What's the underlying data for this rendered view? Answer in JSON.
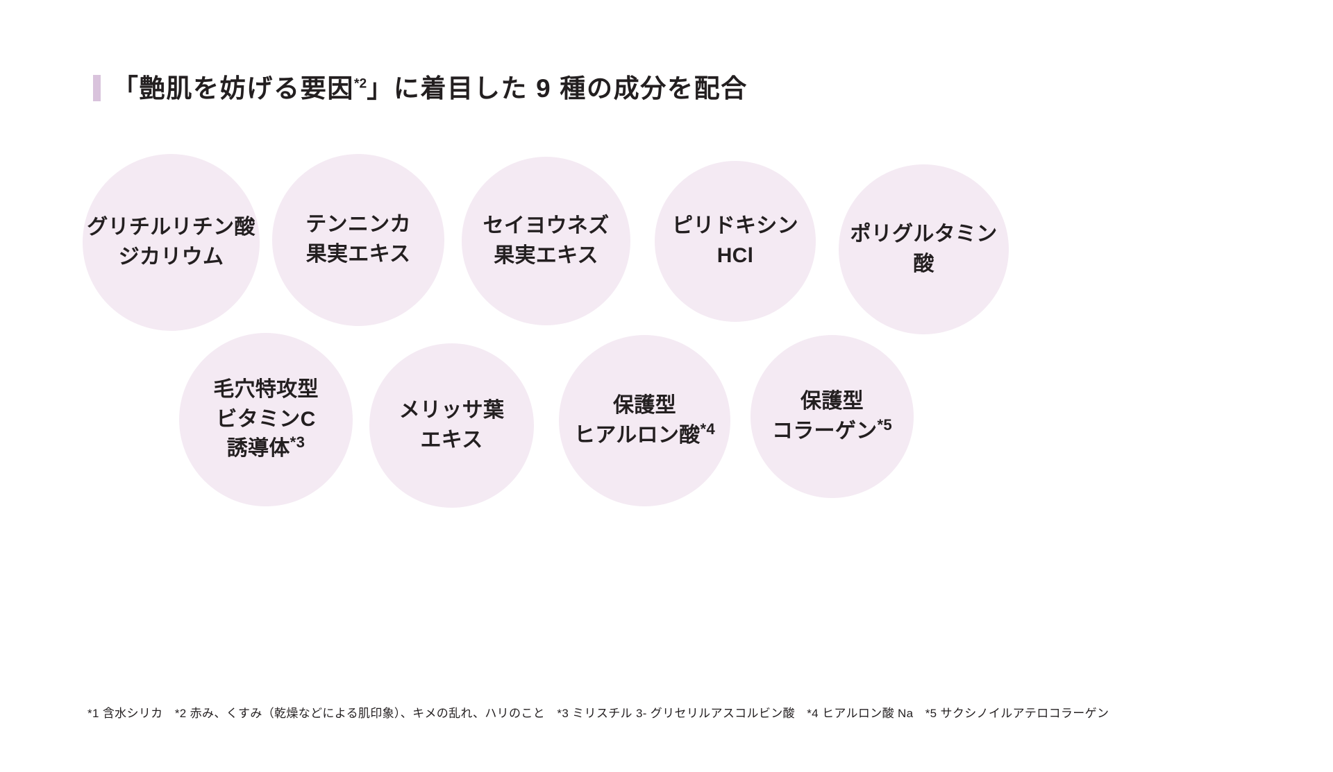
{
  "heading": {
    "accent_color": "#d9c3dc",
    "prefix": "「艶肌を妨げる要因",
    "marker": "*2",
    "suffix": "」に着目した 9 種の成分を配合",
    "full_text": "「艶肌を妨げる要因*2」に着目した 9 種の成分を配合"
  },
  "circle_color": "#f4eaf3",
  "text_color": "#231f20",
  "ingredients": {
    "row1": [
      {
        "id": "glycyrrhizinate",
        "label": "グリチルリチン酸\nジカリウム",
        "marker": ""
      },
      {
        "id": "tenninka",
        "label": "テンニンカ\n果実エキス",
        "marker": ""
      },
      {
        "id": "seiyou-nezu",
        "label": "セイヨウネズ\n果実エキス",
        "marker": ""
      },
      {
        "id": "pyridoxine-hcl",
        "label": "ピリドキシン\nHCl",
        "marker": ""
      },
      {
        "id": "polyglutamic-acid",
        "label": "ポリグルタミン酸",
        "marker": ""
      }
    ],
    "row2": [
      {
        "id": "vitamin-c-derivative",
        "label": "毛穴特攻型\nビタミンC\n誘導体",
        "marker": "*3"
      },
      {
        "id": "melissa-leaf",
        "label": "メリッサ葉\nエキス",
        "marker": ""
      },
      {
        "id": "hyaluronic-acid",
        "label": "保護型\nヒアルロン酸",
        "marker": "*4"
      },
      {
        "id": "collagen",
        "label": "保護型\nコラーゲン",
        "marker": "*5"
      }
    ]
  },
  "footnote": {
    "text": "*1 含水シリカ　*2 赤み、くすみ（乾燥などによる肌印象）、キメの乱れ、ハリのこと　*3 ミリスチル 3- グリセリルアスコルビン酸　*4 ヒアルロン酸 Na　*5 サクシノイルアテロコラーゲン"
  }
}
